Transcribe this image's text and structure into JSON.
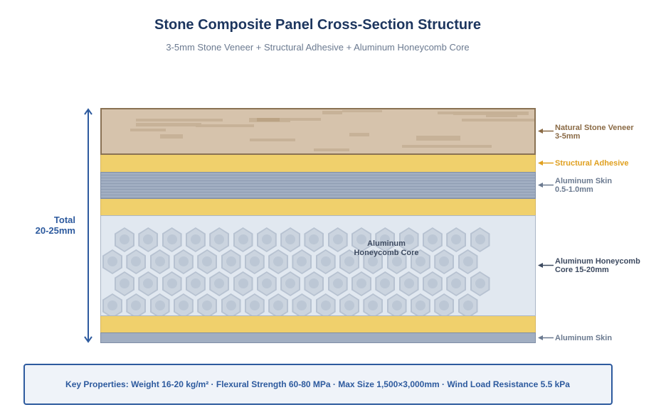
{
  "title": "Stone Composite Panel Cross-Section Structure",
  "subtitle": "3-5mm Stone Veneer + Structural Adhesive + Aluminum Honeycomb Core",
  "total": {
    "line1": "Total",
    "line2": "20-25mm"
  },
  "core_label": {
    "line1": "Aluminum",
    "line2": "Honeycomb Core"
  },
  "callouts": {
    "stone": {
      "line1": "Natural Stone Veneer",
      "line2": "3-5mm",
      "color": "#8a6a45"
    },
    "adhesive": {
      "line1": "Structural Adhesive",
      "color": "#e0a020"
    },
    "skin_top": {
      "line1": "Aluminum Skin",
      "line2": "0.5-1.0mm",
      "color": "#6b7a90"
    },
    "core": {
      "line1": "Aluminum Honeycomb",
      "line2": "Core 15-20mm",
      "color": "#3d4a60"
    },
    "skin_bottom": {
      "line1": "Aluminum Skin",
      "color": "#6b7a90"
    }
  },
  "properties": "Key Properties:  Weight 16-20 kg/m²  ·  Flexural Strength 60-80 MPa  ·  Max Size 1,500×3,000mm  ·  Wind Load Resistance 5.5 kPa",
  "colors": {
    "title": "#1c355e",
    "accent": "#2d5a9e",
    "stone": "#d6c3ac",
    "adhesive": "#f0d06c",
    "aluminum": "#a1aec2",
    "core_bg": "#e1e8f0"
  }
}
